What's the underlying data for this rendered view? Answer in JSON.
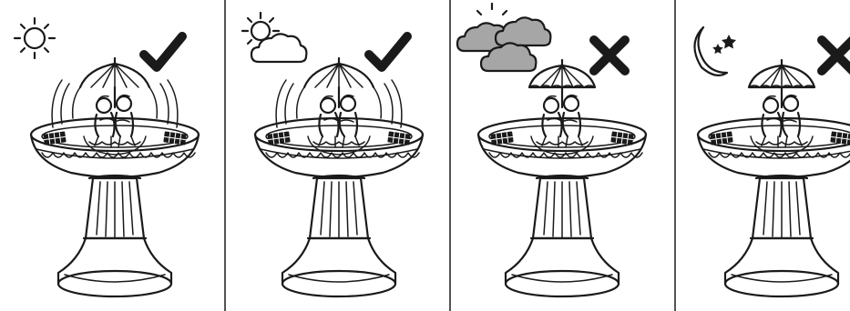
{
  "panels": [
    {
      "condition": "sunny",
      "weather_icon": "sun-icon",
      "fountain_state": "spraying",
      "status": "check",
      "status_icon": "check-mark-icon",
      "cloud_fill": "none"
    },
    {
      "condition": "partly-cloudy",
      "weather_icon": "partly-cloudy-icon",
      "fountain_state": "spraying",
      "status": "check",
      "status_icon": "check-mark-icon",
      "cloud_fill": "#ffffff"
    },
    {
      "condition": "cloudy",
      "weather_icon": "cloudy-icon",
      "fountain_state": "off",
      "status": "cross",
      "status_icon": "cross-mark-icon",
      "cloud_fill": "#a6a6a6"
    },
    {
      "condition": "night",
      "weather_icon": "moon-stars-icon",
      "fountain_state": "off",
      "status": "cross",
      "status_icon": "cross-mark-icon",
      "cloud_fill": "none"
    }
  ],
  "colors": {
    "ink": "#1a1a1a",
    "cloud_gray": "#a6a6a6",
    "background": "#ffffff"
  }
}
